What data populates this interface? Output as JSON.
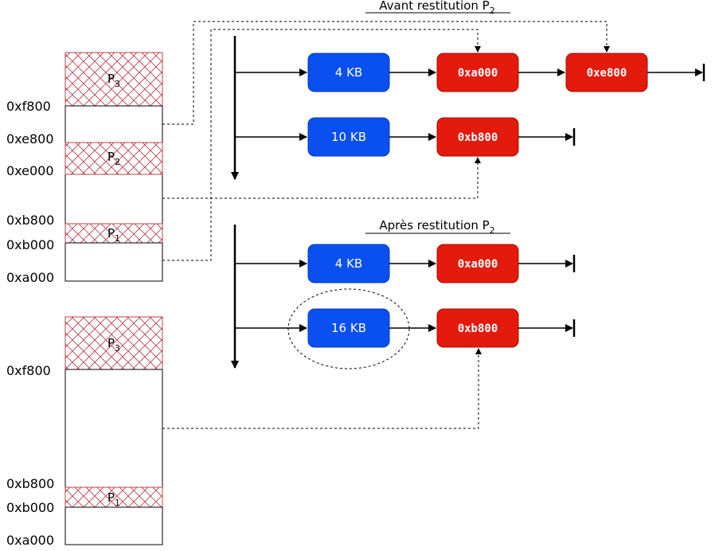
{
  "titles": {
    "before": {
      "main": "Avant restitution P",
      "sub": "2"
    },
    "after": {
      "main": "Après restitution P",
      "sub": "2"
    }
  },
  "addresses": {
    "f800": "0xf800",
    "e800": "0xe800",
    "e000": "0xe000",
    "b800": "0xb800",
    "b000": "0xb000",
    "a000": "0xa000"
  },
  "processes": {
    "p1": {
      "main": "P",
      "sub": "1"
    },
    "p2": {
      "main": "P",
      "sub": "2"
    },
    "p3": {
      "main": "P",
      "sub": "3"
    }
  },
  "before": {
    "row1": {
      "size": "4 KB",
      "blocks": [
        "0xa000",
        "0xe800"
      ]
    },
    "row2": {
      "size": "10 KB",
      "blocks": [
        "0xb800"
      ]
    }
  },
  "after": {
    "row1": {
      "size": "4 KB",
      "blocks": [
        "0xa000"
      ]
    },
    "row2": {
      "size": "16 KB",
      "blocks": [
        "0xb800"
      ]
    }
  },
  "colors": {
    "size_box": "#0a4ff0",
    "addr_box": "#e31a0c",
    "hatch": "#b8404a"
  }
}
